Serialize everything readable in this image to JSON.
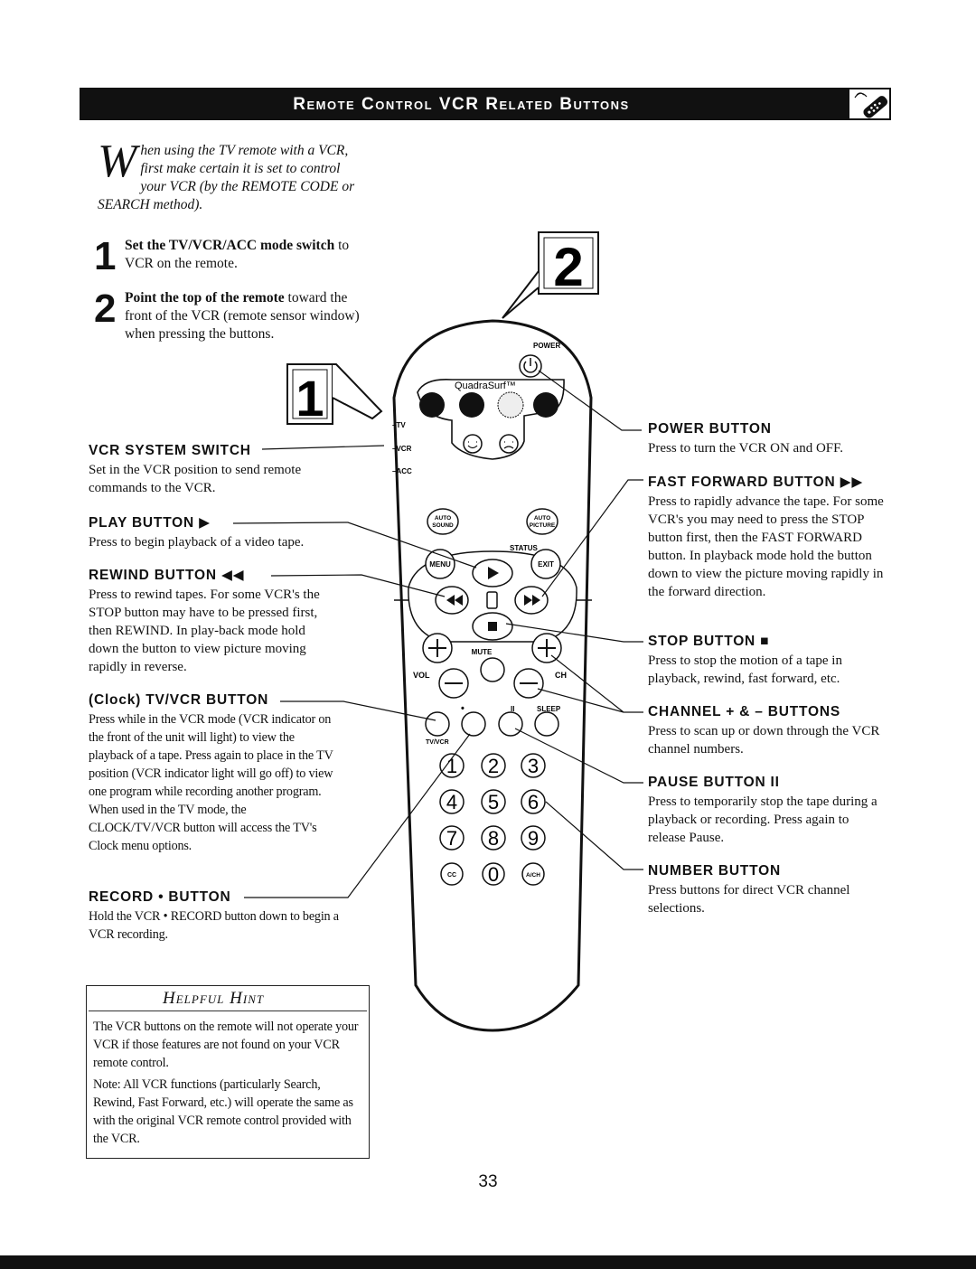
{
  "header": {
    "title": "Remote Control VCR Related Buttons",
    "icon": "remote-control-icon"
  },
  "intro": {
    "dropcap": "W",
    "text": "hen using the TV remote with a VCR, first make certain it is set to control your VCR (by the REMOTE CODE or SEARCH method)."
  },
  "steps": [
    {
      "number": "1",
      "bold": "Set the TV/VCR/ACC mode switch",
      "rest": "to VCR on the remote."
    },
    {
      "number": "2",
      "bold": "Point the top of the remote",
      "rest": "toward the front of the VCR (remote sensor window) when pressing the buttons."
    }
  ],
  "callout_labels": {
    "one": "1",
    "two": "2"
  },
  "left_sections": [
    {
      "title": "VCR SYSTEM SWITCH",
      "text": "Set in the VCR position to send remote commands to the VCR."
    },
    {
      "title": "PLAY BUTTON ▶",
      "text": "Press to begin playback of a video tape."
    },
    {
      "title": "REWIND BUTTON ◀◀",
      "text": "Press to rewind tapes. For some VCR's the STOP button may have to be pressed first, then REWIND. In play-back mode hold down the button to view picture moving rapidly in reverse."
    },
    {
      "title": "(Clock) TV/VCR BUTTON",
      "text": "Press while in the VCR mode (VCR indicator on the front of the unit will light) to view the playback of a tape. Press again to place in the TV position (VCR indicator light will go off) to view one program while recording another program. When used in the TV mode, the CLOCK/TV/VCR button will access the TV's Clock menu options."
    },
    {
      "title": "RECORD • BUTTON",
      "text": "Hold the VCR • RECORD button down to begin a VCR recording."
    }
  ],
  "right_sections": [
    {
      "title": "POWER BUTTON",
      "text": "Press to turn the VCR ON and OFF."
    },
    {
      "title": "FAST FORWARD BUTTON ▶▶",
      "text": "Press to rapidly advance the tape. For some VCR's you may need to press the STOP button first, then the FAST FORWARD button. In playback mode hold the button down to view the picture moving rapidly in the forward direction."
    },
    {
      "title": "STOP BUTTON ■",
      "text": "Press to stop the motion of a tape in playback, rewind, fast forward, etc."
    },
    {
      "title": "CHANNEL + & – BUTTONS",
      "text": "Press to scan up or down through the VCR channel numbers."
    },
    {
      "title": "PAUSE BUTTON II",
      "text": "Press to temporarily stop the tape during a playback or recording. Press again to release Pause."
    },
    {
      "title": "NUMBER BUTTON",
      "text": "Press buttons for direct VCR channel selections."
    }
  ],
  "hint": {
    "title": "Helpful Hint",
    "p1": "The VCR buttons on the remote will not operate your VCR if those features are not found on your VCR remote control.",
    "p2": "Note: All VCR functions (particularly Search, Rewind, Fast Forward, etc.) will operate the same as with the original VCR remote control provided with the VCR."
  },
  "remote": {
    "power": "POWER",
    "quadrasurf": "QuadraSurf™",
    "switch_tv": "–TV",
    "switch_vcr": "–VCR",
    "switch_acc": "–ACC",
    "auto_sound_1": "AUTO",
    "auto_sound_2": "SOUND",
    "auto_picture_1": "AUTO",
    "auto_picture_2": "PICTURE",
    "status": "STATUS",
    "menu": "MENU",
    "exit": "EXIT",
    "mute": "MUTE",
    "vol": "VOL",
    "ch": "CH",
    "record_dot": "•",
    "pause": "II",
    "sleep": "SLEEP",
    "tvvcr": "TV/VCR",
    "keys": [
      "1",
      "2",
      "3",
      "4",
      "5",
      "6",
      "7",
      "8",
      "9"
    ],
    "cc": "CC",
    "zero": "0",
    "ach": "A/CH"
  },
  "page_number": "33"
}
